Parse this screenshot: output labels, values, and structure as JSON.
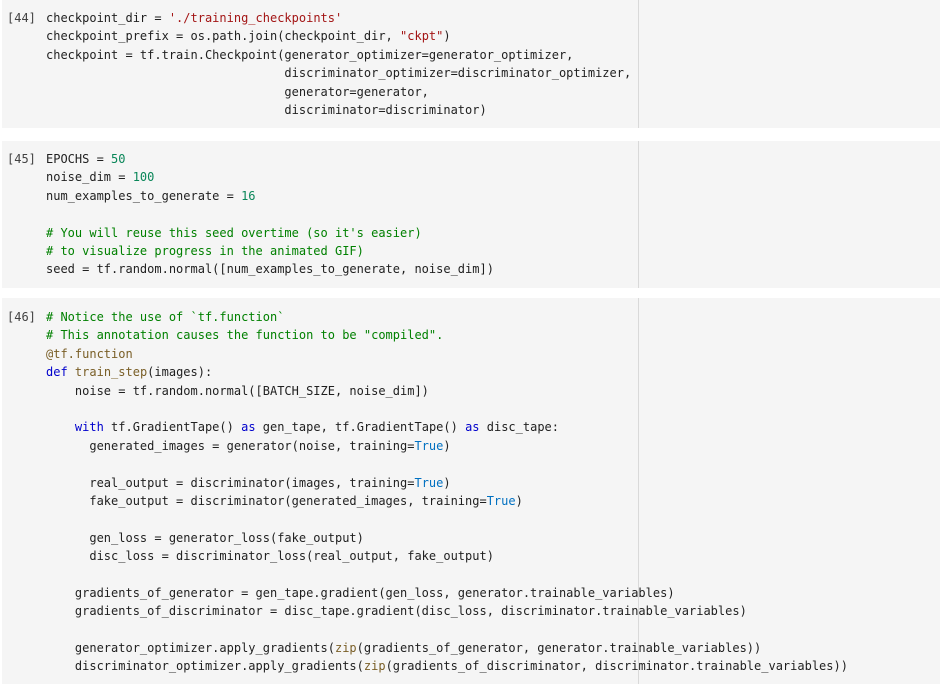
{
  "cells": [
    {
      "prompt": "[44]",
      "lines": [
        [
          {
            "t": "checkpoint_dir = "
          },
          {
            "t": "'./training_checkpoints'",
            "c": "s"
          }
        ],
        [
          {
            "t": "checkpoint_prefix = os.path.join(checkpoint_dir, "
          },
          {
            "t": "\"ckpt\"",
            "c": "s"
          },
          {
            "t": ")"
          }
        ],
        [
          {
            "t": "checkpoint = tf.train.Checkpoint(generator_optimizer=generator_optimizer,"
          }
        ],
        [
          {
            "t": "                                 discriminator_optimizer=discriminator_optimizer,"
          }
        ],
        [
          {
            "t": "                                 generator=generator,"
          }
        ],
        [
          {
            "t": "                                 discriminator=discriminator)"
          }
        ]
      ]
    },
    {
      "prompt": "[45]",
      "lines": [
        [
          {
            "t": "EPOCHS = "
          },
          {
            "t": "50",
            "c": "n"
          }
        ],
        [
          {
            "t": "noise_dim = "
          },
          {
            "t": "100",
            "c": "n"
          }
        ],
        [
          {
            "t": "num_examples_to_generate = "
          },
          {
            "t": "16",
            "c": "n"
          }
        ],
        [
          {
            "t": ""
          }
        ],
        [
          {
            "t": "# You will reuse this seed overtime (so it's easier)",
            "c": "c"
          }
        ],
        [
          {
            "t": "# to visualize progress in the animated GIF)",
            "c": "c"
          }
        ],
        [
          {
            "t": "seed = tf.random.normal([num_examples_to_generate, noise_dim])"
          }
        ]
      ]
    },
    {
      "prompt": "[46]",
      "lines": [
        [
          {
            "t": "# Notice the use of `tf.function`",
            "c": "c"
          }
        ],
        [
          {
            "t": "# This annotation causes the function to be \"compiled\".",
            "c": "c"
          }
        ],
        [
          {
            "t": "@tf.function",
            "c": "d"
          }
        ],
        [
          {
            "t": "def",
            "c": "k"
          },
          {
            "t": " "
          },
          {
            "t": "train_step",
            "c": "d"
          },
          {
            "t": "(images):"
          }
        ],
        [
          {
            "t": "    noise = tf.random.normal([BATCH_SIZE, noise_dim])"
          }
        ],
        [
          {
            "t": ""
          }
        ],
        [
          {
            "t": "    "
          },
          {
            "t": "with",
            "c": "k"
          },
          {
            "t": " tf.GradientTape() "
          },
          {
            "t": "as",
            "c": "k"
          },
          {
            "t": " gen_tape, tf.GradientTape() "
          },
          {
            "t": "as",
            "c": "k"
          },
          {
            "t": " disc_tape:"
          }
        ],
        [
          {
            "t": "      generated_images = generator(noise, training="
          },
          {
            "t": "True",
            "c": "b"
          },
          {
            "t": ")"
          }
        ],
        [
          {
            "t": ""
          }
        ],
        [
          {
            "t": "      real_output = discriminator(images, training="
          },
          {
            "t": "True",
            "c": "b"
          },
          {
            "t": ")"
          }
        ],
        [
          {
            "t": "      fake_output = discriminator(generated_images, training="
          },
          {
            "t": "True",
            "c": "b"
          },
          {
            "t": ")"
          }
        ],
        [
          {
            "t": ""
          }
        ],
        [
          {
            "t": "      gen_loss = generator_loss(fake_output)"
          }
        ],
        [
          {
            "t": "      disc_loss = discriminator_loss(real_output, fake_output)"
          }
        ],
        [
          {
            "t": ""
          }
        ],
        [
          {
            "t": "    gradients_of_generator = gen_tape.gradient(gen_loss, generator.trainable_variables)"
          }
        ],
        [
          {
            "t": "    gradients_of_discriminator = disc_tape.gradient(disc_loss, discriminator.trainable_variables)"
          }
        ],
        [
          {
            "t": ""
          }
        ],
        [
          {
            "t": "    generator_optimizer.apply_gradients("
          },
          {
            "t": "zip",
            "c": "d"
          },
          {
            "t": "(gradients_of_generator, generator.trainable_variables))"
          }
        ],
        [
          {
            "t": "    discriminator_optimizer.apply_gradients("
          },
          {
            "t": "zip",
            "c": "d"
          },
          {
            "t": "(gradients_of_discriminator, discriminator.trainable_variables))"
          }
        ]
      ]
    }
  ]
}
